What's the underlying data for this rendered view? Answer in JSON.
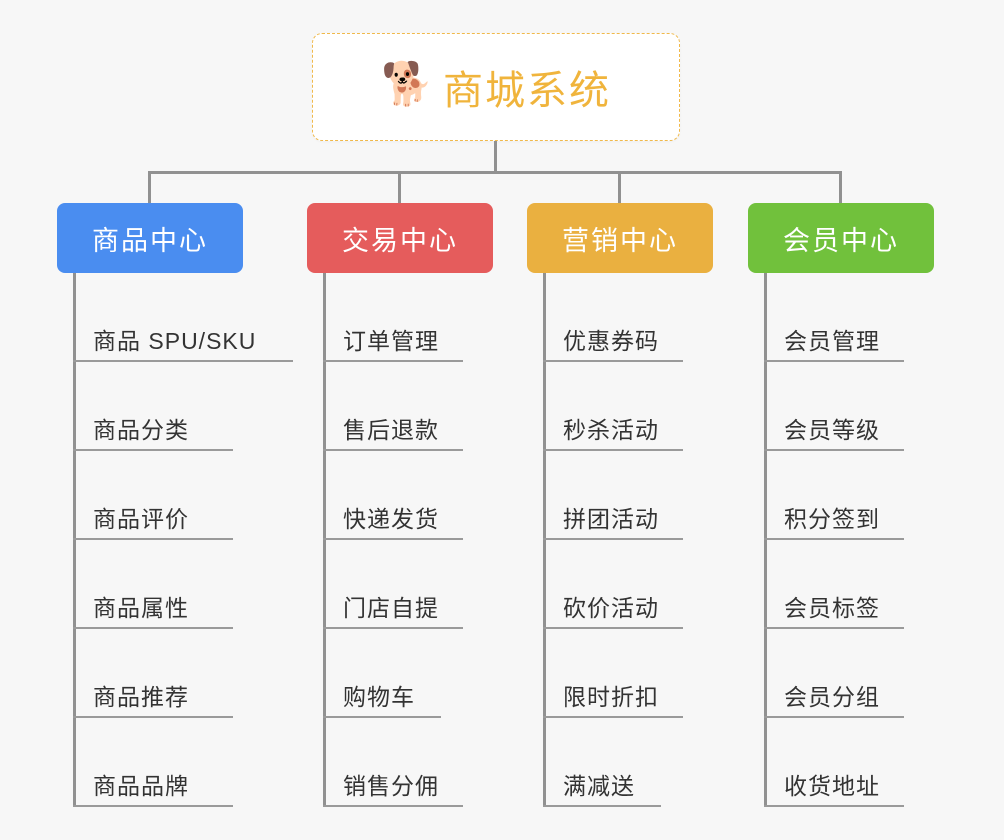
{
  "root": {
    "icon": "shiba-dog-face-emoji",
    "emoji": "🐕",
    "title": "商城系统",
    "title_color": "#f0b43c",
    "border_color": "#f0b94b",
    "background": "#ffffff"
  },
  "canvas": {
    "background": "#f7f7f7",
    "connector_color": "#919191",
    "leaf_rule_color": "#9a9a9a"
  },
  "columns": [
    {
      "id": "product-center",
      "title": "商品中心",
      "color": "#4a8df0",
      "items": [
        "商品 SPU/SKU",
        "商品分类",
        "商品评价",
        "商品属性",
        "商品推荐",
        "商品品牌"
      ]
    },
    {
      "id": "trade-center",
      "title": "交易中心",
      "color": "#e55c5c",
      "items": [
        "订单管理",
        "售后退款",
        "快递发货",
        "门店自提",
        "购物车",
        "销售分佣"
      ]
    },
    {
      "id": "marketing-center",
      "title": "营销中心",
      "color": "#eab040",
      "items": [
        "优惠券码",
        "秒杀活动",
        "拼团活动",
        "砍价活动",
        "限时折扣",
        "满减送"
      ]
    },
    {
      "id": "member-center",
      "title": "会员中心",
      "color": "#71c13c",
      "items": [
        "会员管理",
        "会员等级",
        "积分签到",
        "会员标签",
        "会员分组",
        "收货地址"
      ]
    }
  ]
}
